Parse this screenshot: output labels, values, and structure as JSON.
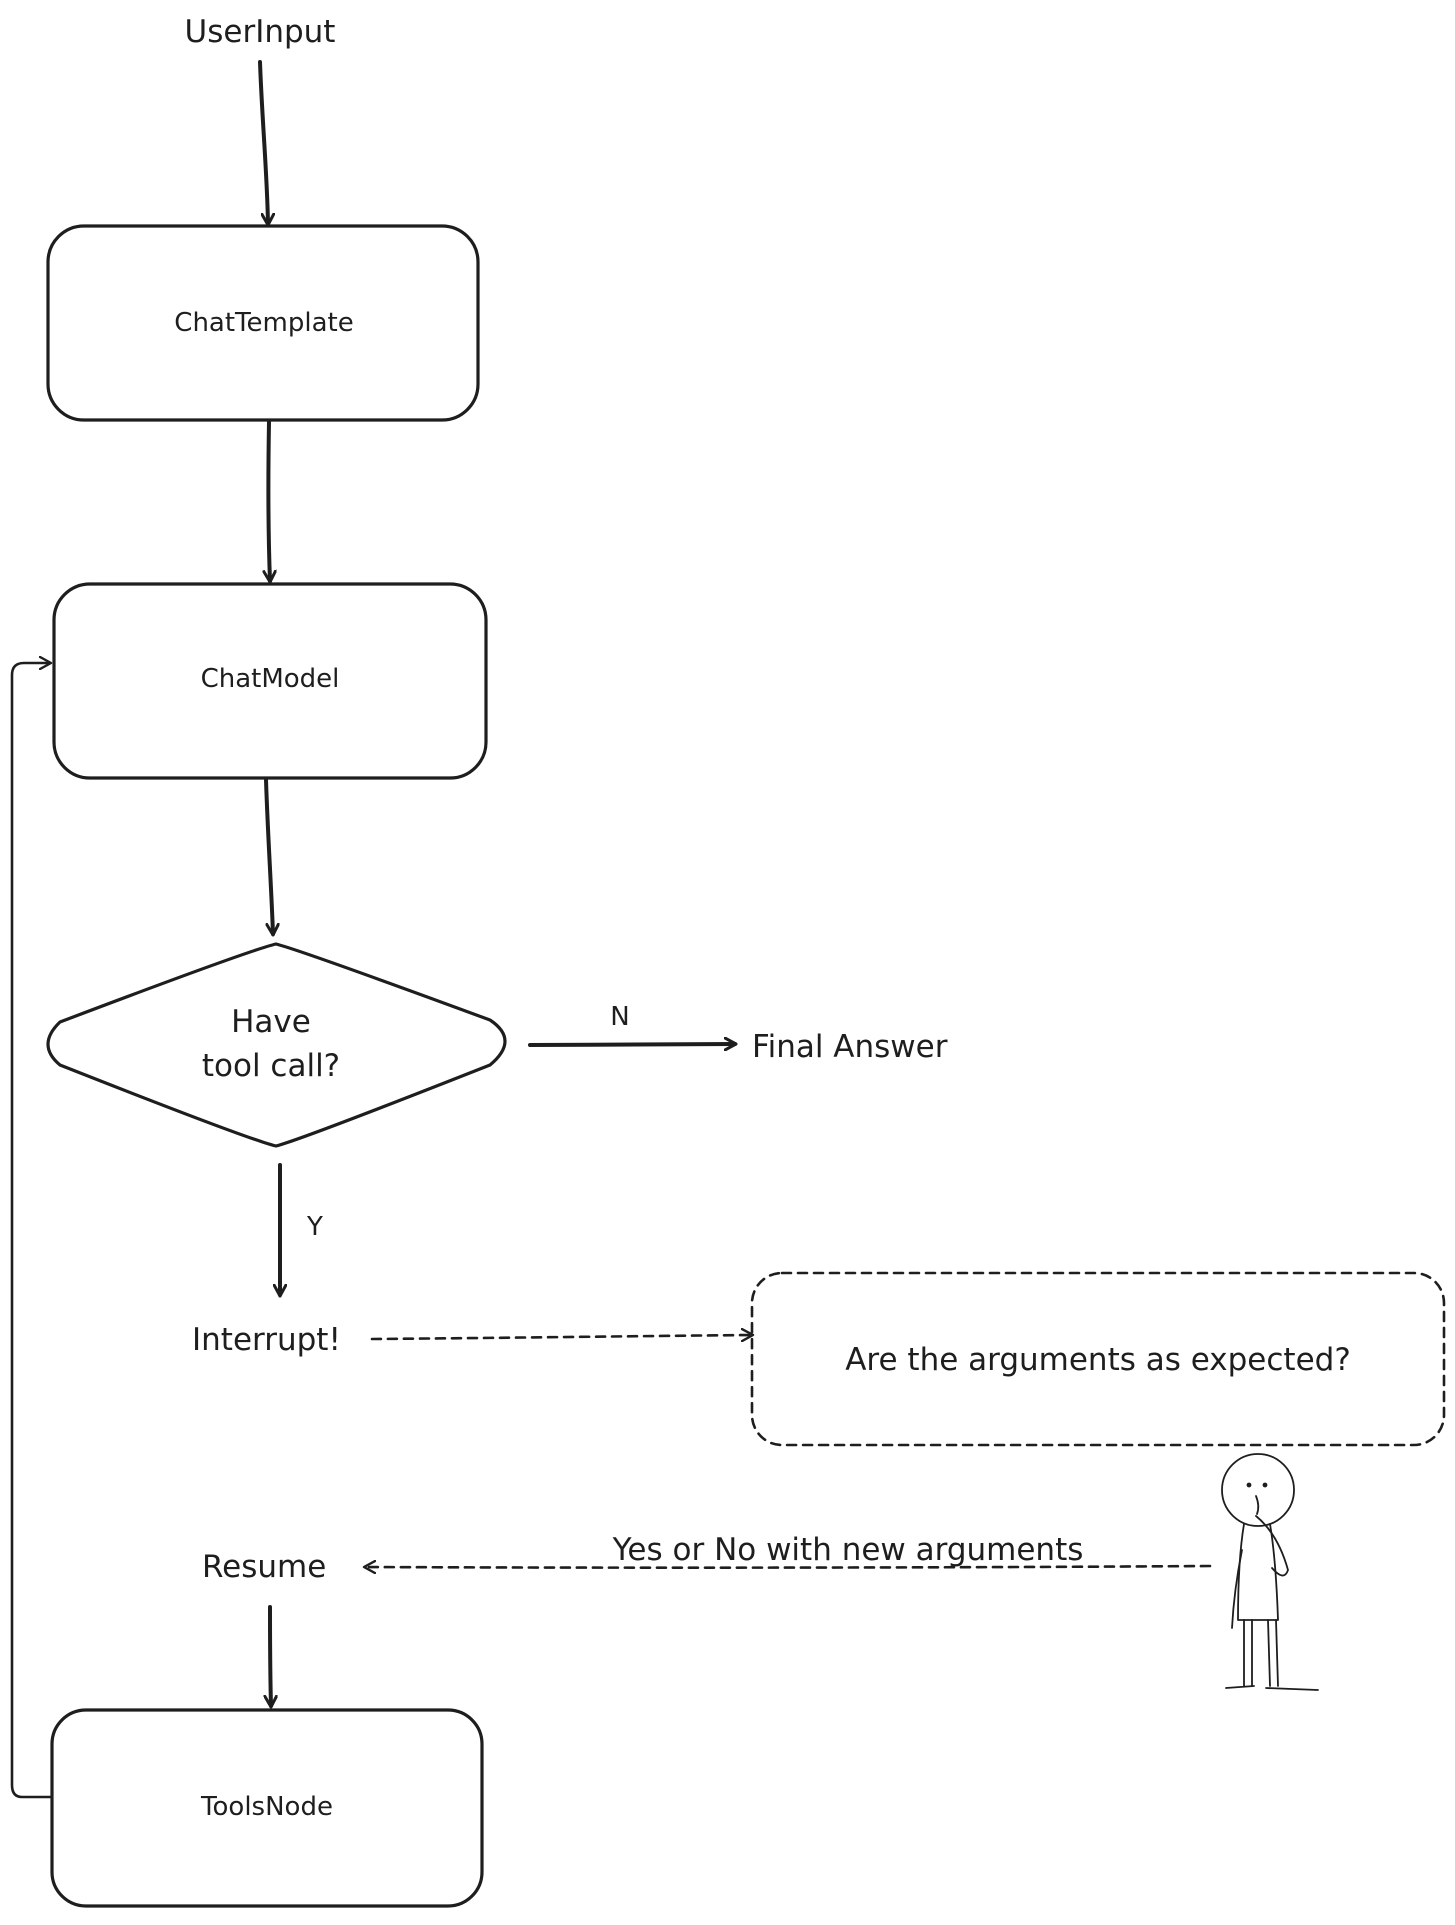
{
  "nodes": {
    "user_input": "UserInput",
    "chat_template": "ChatTemplate",
    "chat_model": "ChatModel",
    "decision": {
      "line1": "Have",
      "line2": "tool call?"
    },
    "final_answer": "Final Answer",
    "interrupt": "Interrupt!",
    "review_prompt": "Are the arguments as expected?",
    "resume": "Resume",
    "tools_node": "ToolsNode"
  },
  "edges": {
    "no_label": "N",
    "yes_label": "Y",
    "human_reply": "Yes or No with new arguments"
  },
  "icons": {
    "person": "person-icon"
  }
}
